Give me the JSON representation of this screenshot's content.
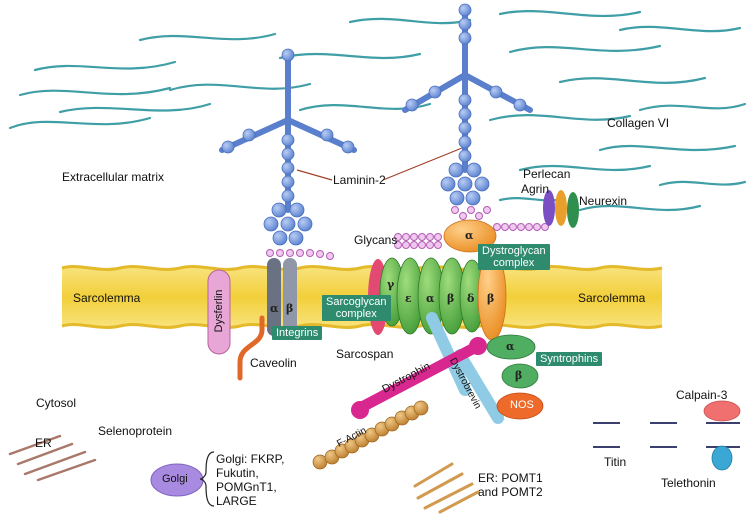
{
  "labels": {
    "extracellular_matrix": "Extracellular matrix",
    "laminin2": "Laminin-2",
    "collagen6": "Collagen VI",
    "perlecan": "Perlecan",
    "agrin": "Agrin",
    "neurexin": "Neurexin",
    "glycans": "Glycans",
    "sarcolemma_left": "Sarcolemma",
    "sarcolemma_right": "Sarcolemma",
    "dysferlin": "Dysferlin",
    "caveolin": "Caveolin",
    "sarcospan": "Sarcospan",
    "dystrophin": "Dystrophin",
    "dystrobrevin": "Dystrobrevin",
    "f_actin": "F-Actin",
    "cytosol": "Cytosol",
    "er": "ER",
    "selenoprotein": "Selenoprotein",
    "golgi": "Golgi",
    "golgi_list": [
      "Golgi: FKRP,",
      "Fukutin,",
      "POMGnT1,",
      "LARGE"
    ],
    "er_pomt": [
      "ER: POMT1",
      "and POMT2"
    ],
    "titin": "Titin",
    "calpain3": "Calpain-3",
    "telethonin": "Telethonin",
    "nos": "NOS"
  },
  "tags": {
    "integrins": "Integrins",
    "sarcoglycan": [
      "Sarcoglycan",
      "complex"
    ],
    "dystroglycan": [
      "Dystroglycan",
      "complex"
    ],
    "syntrophins": "Syntrophins"
  },
  "greek": {
    "integrin_alpha": "α",
    "integrin_beta": "β",
    "sg_gamma": "γ",
    "sg_epsilon": "ε",
    "sg_alpha": "α",
    "sg_beta": "β",
    "sg_delta": "δ",
    "dg_beta": "β",
    "dg_alpha": "α",
    "syn_alpha": "α",
    "syn_beta": "β"
  },
  "colors": {
    "membrane": "#f6d64a",
    "laminin": "#6f95dc",
    "collagen": "#3f9ea6",
    "sarcoglycan": "#56b447",
    "dystroglycan": "#f0a035",
    "dystrophin": "#d8288f",
    "dystrobrevin": "#7fc4df",
    "syntrophin": "#4fae61",
    "nos": "#ee6a2a",
    "actin": "#c8893a",
    "tag_bg": "#2e8b6e",
    "dysferlin": "#e7a6d6",
    "golgi": "#a88be0"
  }
}
